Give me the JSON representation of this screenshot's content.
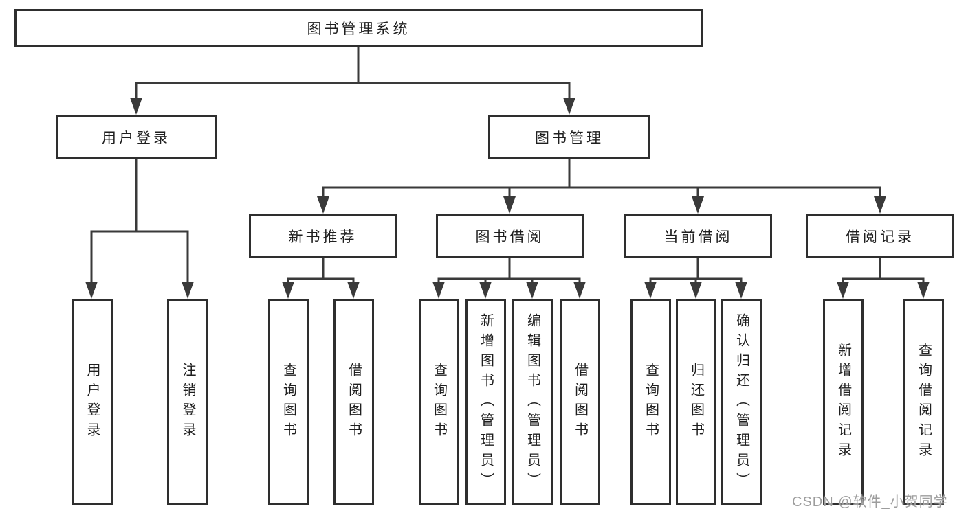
{
  "diagram": {
    "tree": {
      "label": "图书管理系统",
      "children": [
        {
          "label": "用户登录",
          "children": [
            {
              "label": "用户登录"
            },
            {
              "label": "注销登录"
            }
          ]
        },
        {
          "label": "图书管理",
          "children": [
            {
              "label": "新书推荐",
              "children": [
                {
                  "label": "查询图书"
                },
                {
                  "label": "借阅图书"
                }
              ]
            },
            {
              "label": "图书借阅",
              "children": [
                {
                  "label": "查询图书"
                },
                {
                  "label": "新增图书（管理员）"
                },
                {
                  "label": "编辑图书（管理员）"
                },
                {
                  "label": "借阅图书"
                }
              ]
            },
            {
              "label": "当前借阅",
              "children": [
                {
                  "label": "查询图书"
                },
                {
                  "label": "归还图书"
                },
                {
                  "label": "确认归还（管理员）"
                }
              ]
            },
            {
              "label": "借阅记录",
              "children": [
                {
                  "label": "新增借阅记录"
                },
                {
                  "label": "查询借阅记录"
                }
              ]
            }
          ]
        }
      ]
    },
    "colors": {
      "line": "#3a3a3a",
      "box_border": "#2e2e2e",
      "box_fill": "#ffffff",
      "text": "#1f1f1f",
      "background": "#ffffff",
      "watermark": "#9d9d9d"
    }
  },
  "watermark": {
    "text": "CSDN @软件_小贺同学"
  }
}
